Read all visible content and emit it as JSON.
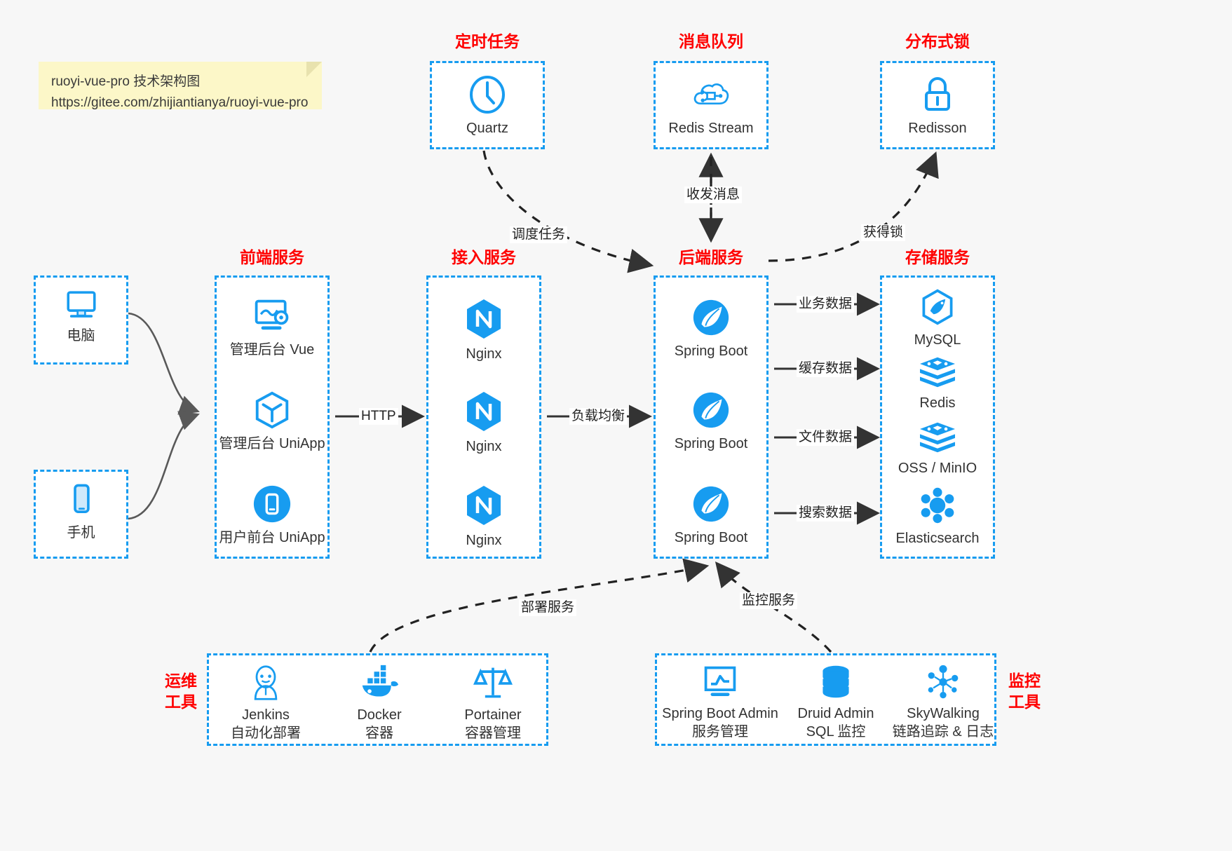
{
  "note": {
    "line1": "ruoyi-vue-pro 技术架构图",
    "line2": "https://gitee.com/zhijiantianya/ruoyi-vue-pro"
  },
  "colors": {
    "accent": "#179cf0",
    "title": "#ff0000",
    "text": "#333333",
    "arrow": "#333333",
    "curve": "#595959",
    "note_bg": "#fcf7c8",
    "background": "#f7f7f7"
  },
  "groups": {
    "scheduler": {
      "title": "定时任务",
      "nodes": [
        {
          "label": "Quartz",
          "icon": "clock-icon"
        }
      ]
    },
    "mq": {
      "title": "消息队列",
      "nodes": [
        {
          "label": "Redis Stream",
          "icon": "cloud-stream-icon"
        }
      ]
    },
    "lock": {
      "title": "分布式锁",
      "nodes": [
        {
          "label": "Redisson",
          "icon": "lock-icon"
        }
      ]
    },
    "clients": {
      "nodes": [
        {
          "label": "电脑",
          "icon": "desktop-icon"
        },
        {
          "label": "手机",
          "icon": "mobile-icon"
        }
      ]
    },
    "frontend": {
      "title": "前端服务",
      "nodes": [
        {
          "label": "管理后台 Vue",
          "icon": "dashboard-icon"
        },
        {
          "label": "管理后台 UniApp",
          "icon": "cube-icon"
        },
        {
          "label": "用户前台 UniApp",
          "icon": "app-icon"
        }
      ]
    },
    "gateway": {
      "title": "接入服务",
      "nodes": [
        {
          "label": "Nginx",
          "icon": "nginx-icon"
        },
        {
          "label": "Nginx",
          "icon": "nginx-icon"
        },
        {
          "label": "Nginx",
          "icon": "nginx-icon"
        }
      ]
    },
    "backend": {
      "title": "后端服务",
      "nodes": [
        {
          "label": "Spring Boot",
          "icon": "spring-icon"
        },
        {
          "label": "Spring Boot",
          "icon": "spring-icon"
        },
        {
          "label": "Spring Boot",
          "icon": "spring-icon"
        }
      ]
    },
    "storage": {
      "title": "存储服务",
      "nodes": [
        {
          "label": "MySQL",
          "icon": "mysql-icon"
        },
        {
          "label": "Redis",
          "icon": "redis-icon"
        },
        {
          "label": "OSS / MinIO",
          "icon": "oss-icon"
        },
        {
          "label": "Elasticsearch",
          "icon": "elasticsearch-icon"
        }
      ]
    },
    "devops": {
      "title_line1": "运维",
      "title_line2": "工具",
      "nodes": [
        {
          "label": "Jenkins",
          "sub": "自动化部署",
          "icon": "jenkins-icon"
        },
        {
          "label": "Docker",
          "sub": "容器",
          "icon": "docker-icon"
        },
        {
          "label": "Portainer",
          "sub": "容器管理",
          "icon": "scale-icon"
        }
      ]
    },
    "monitor": {
      "title_line1": "监控",
      "title_line2": "工具",
      "nodes": [
        {
          "label": "Spring Boot Admin",
          "sub": "服务管理",
          "icon": "monitor-chart-icon"
        },
        {
          "label": "Druid Admin",
          "sub": "SQL 监控",
          "icon": "database-icon"
        },
        {
          "label": "SkyWalking",
          "sub": "链路追踪 & 日志",
          "icon": "skywalking-icon"
        }
      ]
    }
  },
  "edges": {
    "schedule_task": "调度任务",
    "send_receive_msg": "收发消息",
    "acquire_lock": "获得锁",
    "http": "HTTP",
    "load_balance": "负载均衡",
    "business_data": "业务数据",
    "cache_data": "缓存数据",
    "file_data": "文件数据",
    "search_data": "搜索数据",
    "deploy_service": "部署服务",
    "monitor_service": "监控服务"
  }
}
